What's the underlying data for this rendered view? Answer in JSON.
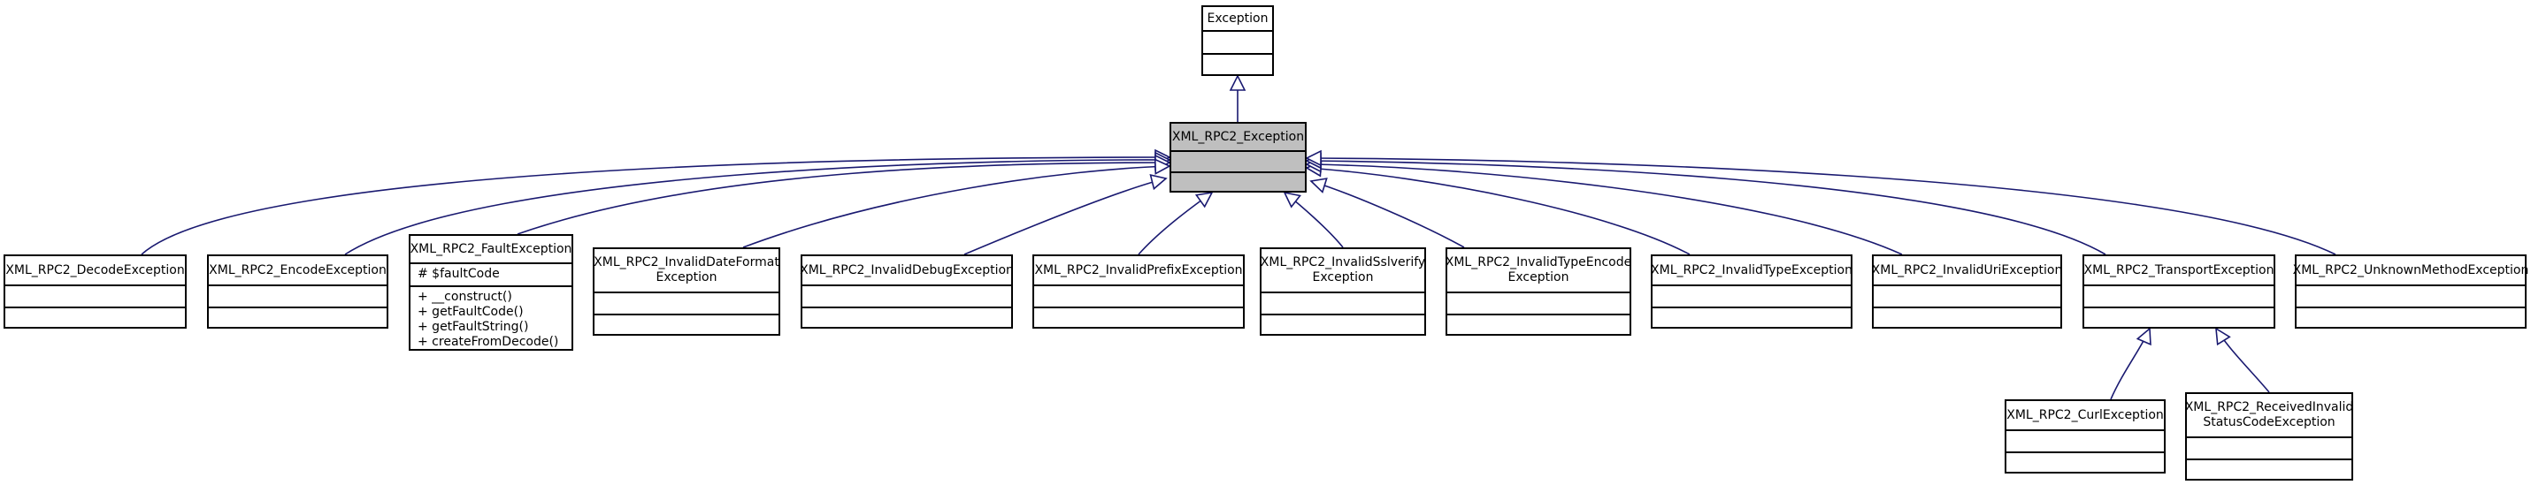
{
  "diagram": {
    "colors": {
      "edge": "#191970",
      "highlight_fill": "#bfbfbf",
      "box_border": "#000000"
    },
    "root": {
      "name": "Exception"
    },
    "base": {
      "name": "XML_RPC2_Exception"
    },
    "row1": [
      {
        "name": "XML_RPC2_DecodeException"
      },
      {
        "name": "XML_RPC2_EncodeException"
      },
      {
        "name": "XML_RPC2_FaultException",
        "attributes": [
          "# $faultCode"
        ],
        "operations": [
          "+ __construct()",
          "+ getFaultCode()",
          "+ getFaultString()",
          "+ createFromDecode()"
        ]
      },
      {
        "name": "XML_RPC2_InvalidDateFormat\nException"
      },
      {
        "name": "XML_RPC2_InvalidDebugException"
      },
      {
        "name": "XML_RPC2_InvalidPrefixException"
      },
      {
        "name": "XML_RPC2_InvalidSslverify\nException"
      },
      {
        "name": "XML_RPC2_InvalidTypeEncode\nException"
      },
      {
        "name": "XML_RPC2_InvalidTypeException"
      },
      {
        "name": "XML_RPC2_InvalidUriException"
      },
      {
        "name": "XML_RPC2_TransportException"
      },
      {
        "name": "XML_RPC2_UnknownMethodException"
      }
    ],
    "row2": [
      {
        "name": "XML_RPC2_CurlException"
      },
      {
        "name": "XML_RPC2_ReceivedInvalid\nStatusCodeException"
      }
    ]
  }
}
